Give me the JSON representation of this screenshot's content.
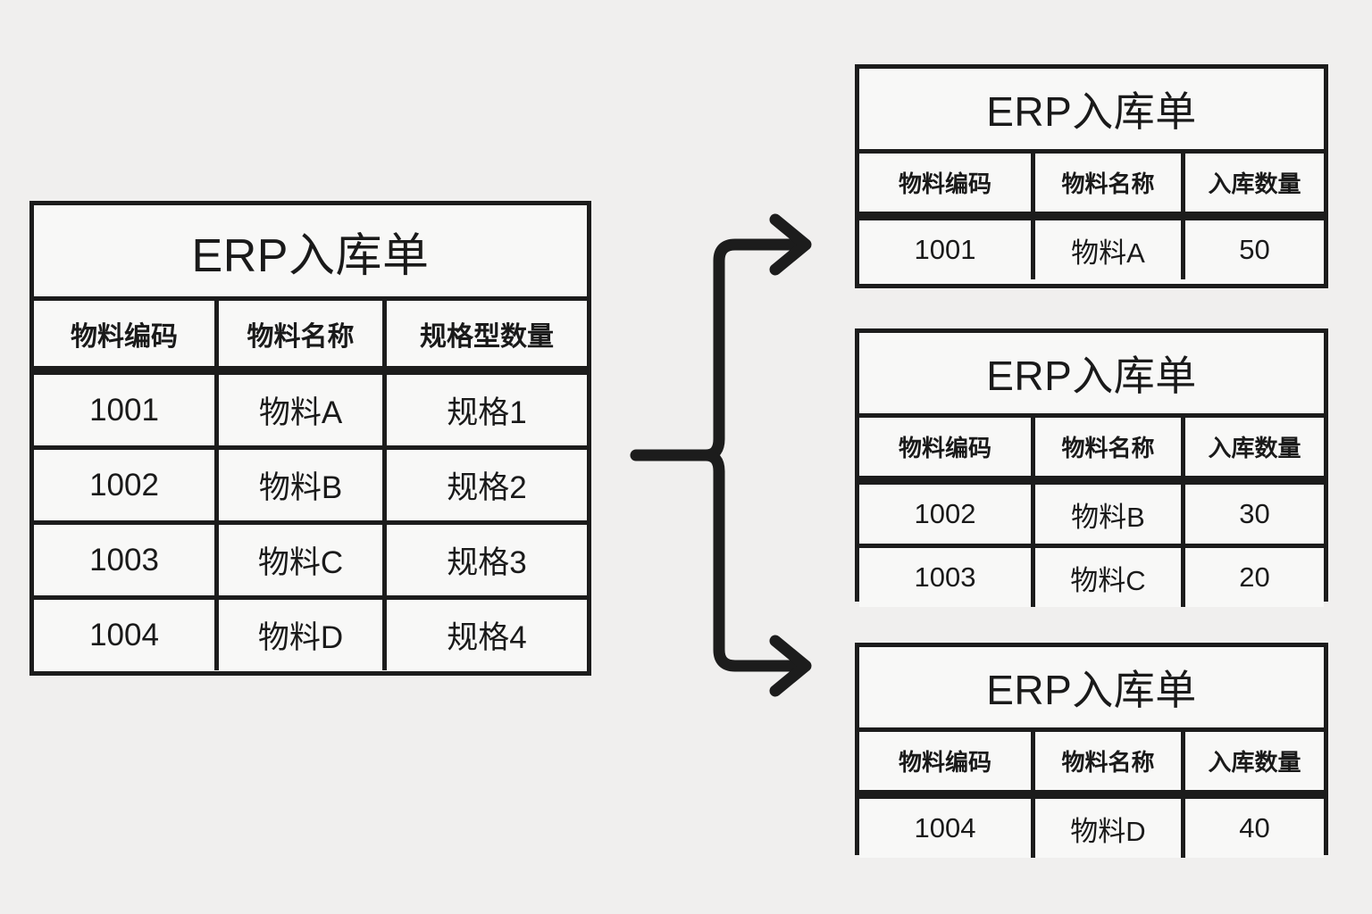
{
  "canvas": {
    "background_color": "#f0efee",
    "line_color": "#1c1c1c",
    "cell_background": "#f8f8f7"
  },
  "source_table": {
    "title": "ERP入库单",
    "columns": [
      "物料编码",
      "物料名称",
      "规格型数量"
    ],
    "rows": [
      [
        "1001",
        "物料A",
        "规格1"
      ],
      [
        "1002",
        "物料B",
        "规格2"
      ],
      [
        "1003",
        "物料C",
        "规格3"
      ],
      [
        "1004",
        "物料D",
        "规格4"
      ]
    ]
  },
  "split_tables": [
    {
      "title": "ERP入库单",
      "columns": [
        "物料编码",
        "物料名称",
        "入库数量"
      ],
      "rows": [
        [
          "1001",
          "物料A",
          "50"
        ]
      ]
    },
    {
      "title": "ERP入库单",
      "columns": [
        "物料编码",
        "物料名称",
        "入库数量"
      ],
      "rows": [
        [
          "1002",
          "物料B",
          "30"
        ],
        [
          "1003",
          "物料C",
          "20"
        ]
      ]
    },
    {
      "title": "ERP入库单",
      "columns": [
        "物料编码",
        "物料名称",
        "入库数量"
      ],
      "rows": [
        [
          "1004",
          "物料D",
          "40"
        ]
      ]
    }
  ],
  "connector": {
    "icon": "split-brace-arrow",
    "branches": 2,
    "color": "#1c1c1c"
  }
}
